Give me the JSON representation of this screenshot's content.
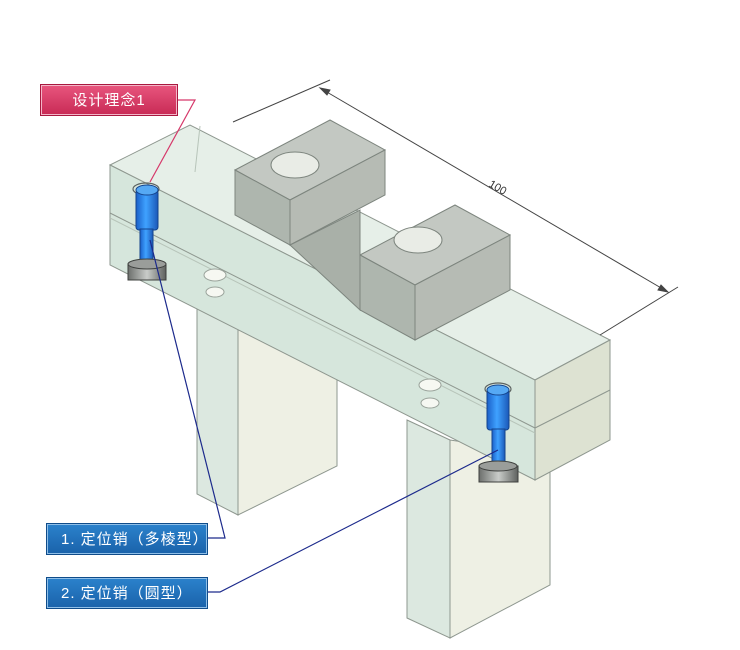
{
  "callouts": {
    "concept": "设计理念1",
    "pin_diamond": "1. 定位销（多棱型）",
    "pin_round": "2. 定位销（圆型）"
  },
  "dimension": {
    "length": "100"
  },
  "colors": {
    "concept_tag": "#d6386a",
    "pin_tag": "#1e6fba",
    "pin": "#2a8fe8",
    "leader_concept": "#d6386a",
    "leader_pin": "#1c2a8c",
    "block_light": "#e4eee6",
    "block_side": "#c9d9cc",
    "clamp": "#b2b8b2"
  }
}
